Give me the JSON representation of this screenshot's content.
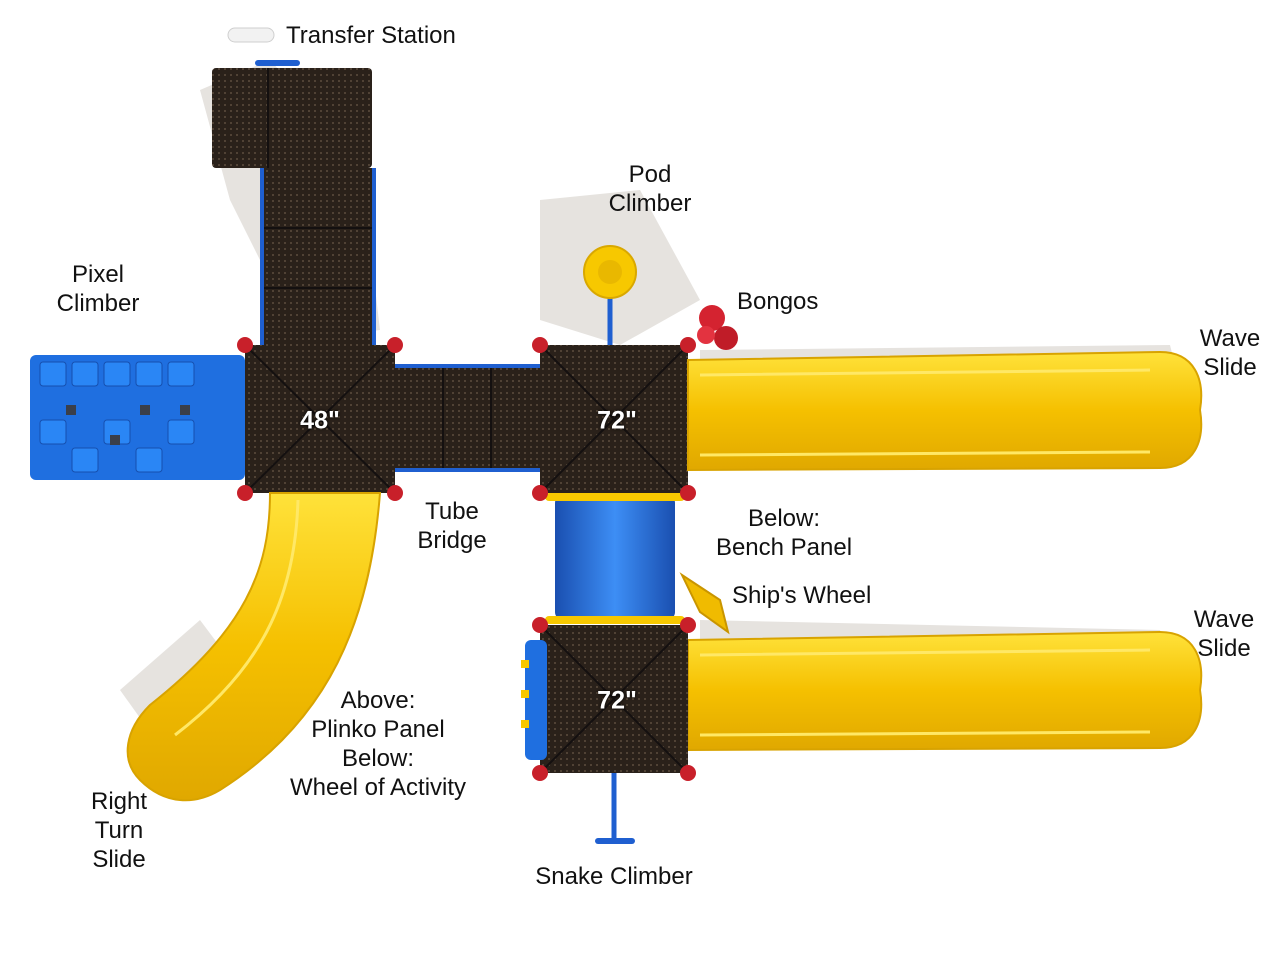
{
  "labels": {
    "transfer_station": "Transfer Station",
    "pod_climber": [
      "Pod",
      "Climber"
    ],
    "pixel_climber": [
      "Pixel",
      "Climber"
    ],
    "bongos": "Bongos",
    "wave_slide_top": [
      "Wave",
      "Slide"
    ],
    "wave_slide_bottom": [
      "Wave",
      "Slide"
    ],
    "tube_bridge": [
      "Tube",
      "Bridge"
    ],
    "bench_panel": [
      "Below:",
      "Bench Panel"
    ],
    "ships_wheel": "Ship's Wheel",
    "plinko": [
      "Above:",
      "Plinko Panel",
      "Below:",
      "Wheel of Activity"
    ],
    "right_turn_slide": [
      "Right",
      "Turn",
      "Slide"
    ],
    "snake_climber": "Snake Climber"
  },
  "deck_heights": {
    "left_deck": "48\"",
    "right_deck": "72\"",
    "lower_deck": "72\""
  },
  "colors": {
    "deck": "#2a211a",
    "post": "#1f5fd0",
    "slide": "#f7c800",
    "climber": "#1f6fe0",
    "clamp": "#c8202a",
    "shadow": "#e3e0dc"
  }
}
